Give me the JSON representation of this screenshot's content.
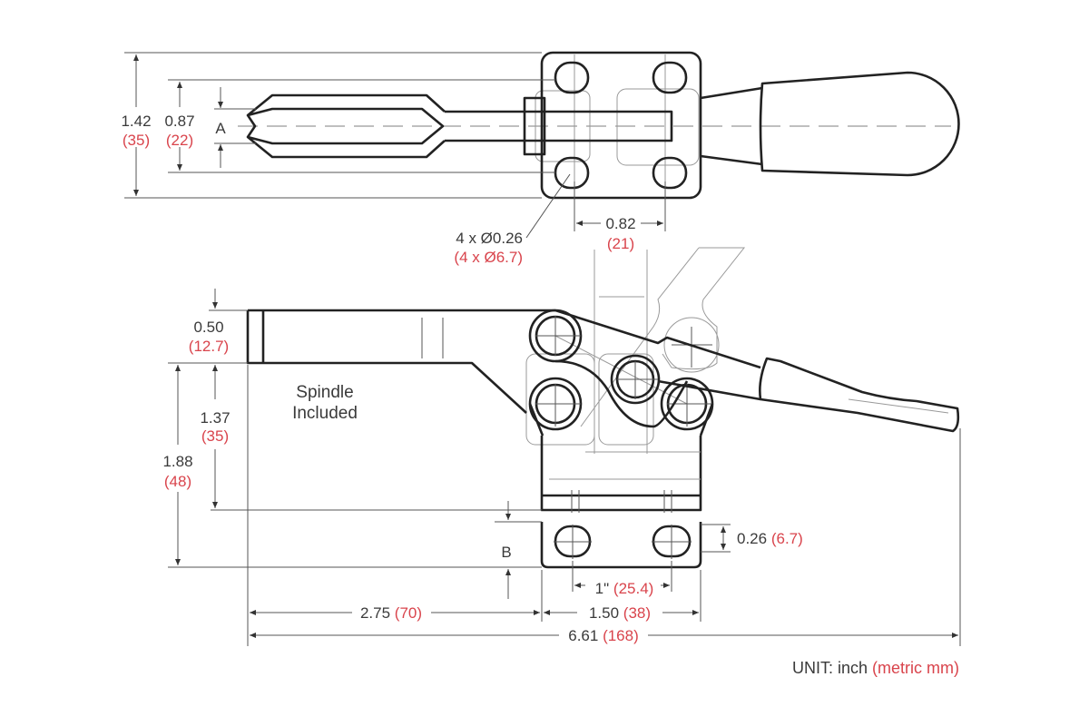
{
  "top_view": {
    "dim_overall_height": {
      "inch": "1.42",
      "mm": "(35)"
    },
    "dim_mount_spacing": {
      "inch": "0.87",
      "mm": "(22)"
    },
    "dim_a_label": "A",
    "hole_callout": {
      "inch": "4 x Ø0.26",
      "mm": "(4 x Ø6.7)"
    },
    "dim_hole_pitch": {
      "inch": "0.82",
      "mm": "(21)"
    }
  },
  "side_view": {
    "dim_spindle_height": {
      "inch": "0.50",
      "mm": "(12.7)"
    },
    "spindle_note": {
      "line1": "Spindle",
      "line2": "Included"
    },
    "dim_spindle_to_base": {
      "inch": "1.37",
      "mm": "(35)"
    },
    "dim_total_height": {
      "inch": "1.88",
      "mm": "(48)"
    },
    "dim_b_label": "B",
    "dim_plate_thickness": {
      "inch": "0.26",
      "mm": "(6.7)"
    },
    "dim_slot_pitch": {
      "inch": "1\"",
      "mm": "(25.4)"
    },
    "dim_spindle_reach": {
      "inch": "2.75",
      "mm": "(70)"
    },
    "dim_base_length": {
      "inch": "1.50",
      "mm": "(38)"
    },
    "dim_overall_length": {
      "inch": "6.61",
      "mm": "(168)"
    }
  },
  "unit_note": {
    "label": "UNIT:  inch",
    "metric": "(metric mm)"
  },
  "colors": {
    "metric": "#d9444c",
    "text": "#3a3a3a",
    "line": "#222222"
  }
}
